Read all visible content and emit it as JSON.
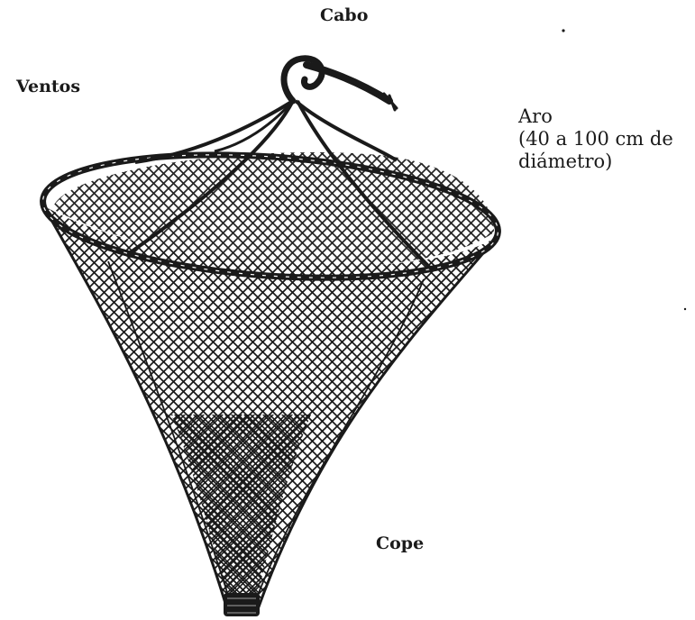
{
  "diagram": {
    "labels": {
      "cabo": "Cabo",
      "ventos": "Ventos",
      "aro": "Aro",
      "aro_detail_1": "(40 a 100 cm de",
      "aro_detail_2": "diámetro)",
      "cope": "Cope"
    },
    "colors": {
      "ink": "#1a1a1a",
      "background": "#ffffff"
    },
    "illustration": "conical-hoop-net"
  }
}
